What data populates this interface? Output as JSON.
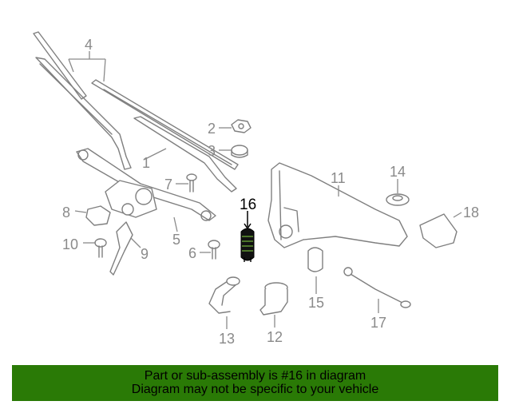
{
  "diagram": {
    "callouts": [
      {
        "id": "c1",
        "text": "1"
      },
      {
        "id": "c2",
        "text": "2"
      },
      {
        "id": "c3",
        "text": "3"
      },
      {
        "id": "c4",
        "text": "4"
      },
      {
        "id": "c5",
        "text": "5"
      },
      {
        "id": "c6",
        "text": "6"
      },
      {
        "id": "c7",
        "text": "7"
      },
      {
        "id": "c8",
        "text": "8"
      },
      {
        "id": "c9",
        "text": "9"
      },
      {
        "id": "c10",
        "text": "10"
      },
      {
        "id": "c11",
        "text": "11"
      },
      {
        "id": "c12",
        "text": "12"
      },
      {
        "id": "c13",
        "text": "13"
      },
      {
        "id": "c14",
        "text": "14"
      },
      {
        "id": "c15",
        "text": "15"
      },
      {
        "id": "c16",
        "text": "16",
        "highlighted": true
      },
      {
        "id": "c17",
        "text": "17"
      },
      {
        "id": "c18",
        "text": "18"
      }
    ],
    "highlight_color": "#000000",
    "part_color": "#7f7f7f"
  },
  "banner": {
    "line1": "Part or sub-assembly is #16 in diagram",
    "line2": "Diagram may not be specific to your vehicle",
    "background": "#2a7a06"
  }
}
